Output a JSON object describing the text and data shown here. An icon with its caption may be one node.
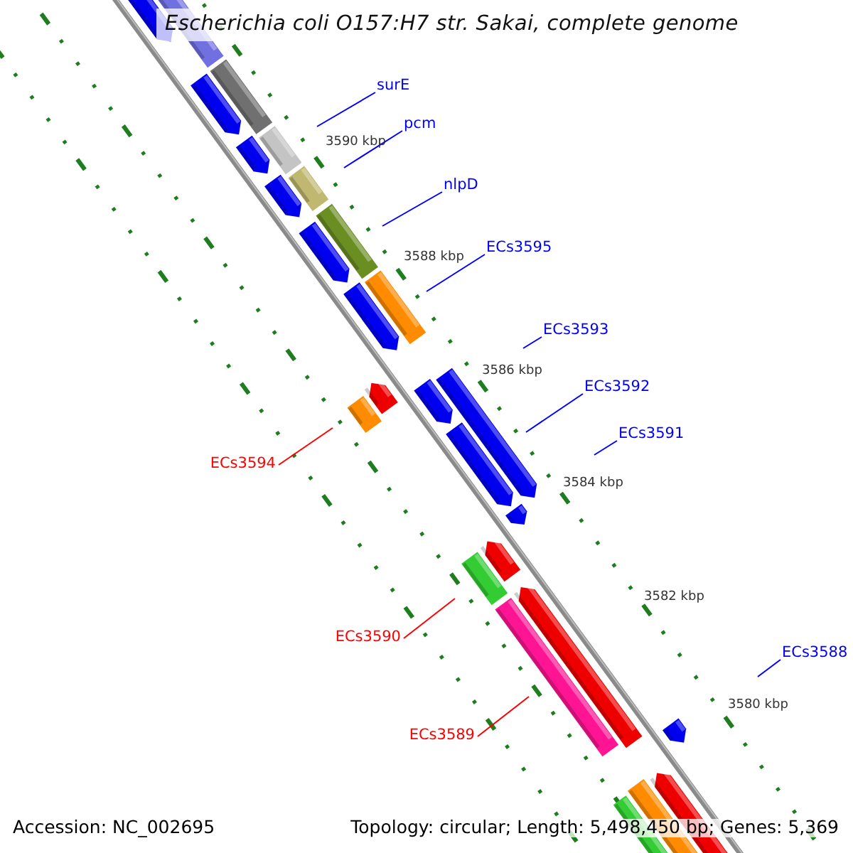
{
  "diagram": {
    "title": "Escherichia coli O157:H7 str. Sakai, complete genome",
    "nodes": [
      {
        "text": [
          "surE"
        ]
      },
      {
        "text": [
          "pcm"
        ]
      },
      {
        "text": [
          "nlpD"
        ]
      },
      {
        "text": [
          "ECs3595"
        ]
      },
      {
        "text": [
          "ECs3593"
        ]
      },
      {
        "text": [
          "ECs3592"
        ]
      },
      {
        "text": [
          "ECs3591"
        ]
      },
      {
        "text": [
          "ECs3594"
        ]
      },
      {
        "text": [
          "ECs3590"
        ]
      },
      {
        "text": [
          "ECs3588"
        ]
      },
      {
        "text": [
          "ECs3589"
        ]
      }
    ],
    "edges": [
      {
        "from": 0,
        "to": null,
        "arrow": "none"
      },
      {
        "from": 1,
        "to": null,
        "arrow": "none"
      },
      {
        "from": 2,
        "to": null,
        "arrow": "none"
      },
      {
        "from": 3,
        "to": null,
        "arrow": "none"
      },
      {
        "from": 4,
        "to": null,
        "arrow": "none"
      },
      {
        "from": 5,
        "to": null,
        "arrow": "none"
      },
      {
        "from": 6,
        "to": null,
        "arrow": "none"
      },
      {
        "from": 7,
        "to": null,
        "arrow": "none",
        "color": "#ff0000"
      },
      {
        "from": 8,
        "to": null,
        "arrow": "none",
        "color": "#ff0000"
      },
      {
        "from": 9,
        "to": null,
        "arrow": "none"
      },
      {
        "from": 10,
        "to": null,
        "arrow": "none",
        "color": "#ff0000"
      }
    ],
    "labels": [
      "3590 kbp",
      "3588 kbp",
      "3586 kbp",
      "3584 kbp",
      "3582 kbp",
      "3580 kbp",
      "Accession: NC_002695",
      "Topology: circular; Length: 5,498,450 bp; Genes: 5,369"
    ]
  }
}
